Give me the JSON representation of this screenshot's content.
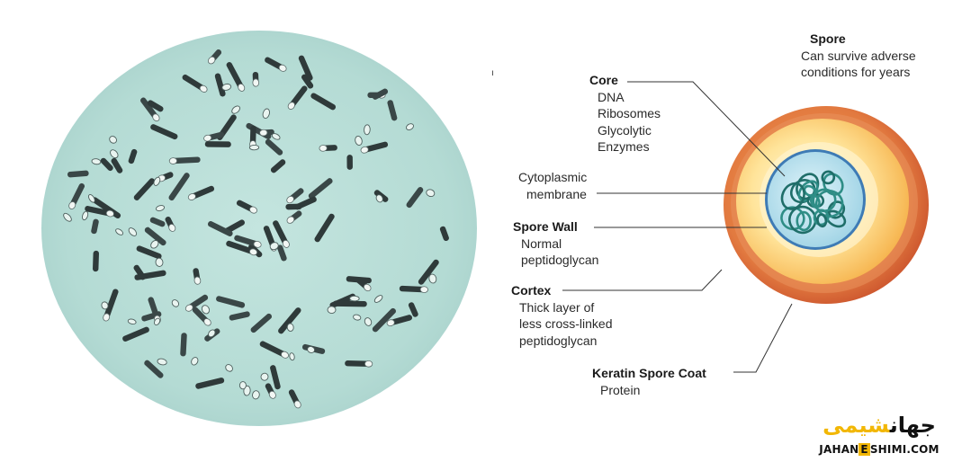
{
  "labels": {
    "spore": {
      "head": "Spore",
      "lines": [
        "Can survive adverse",
        "conditions for years"
      ]
    },
    "core": {
      "head": "Core",
      "lines": [
        "DNA",
        "Ribosomes",
        "Glycolytic",
        "Enzymes"
      ]
    },
    "cytoplasmic": {
      "lines": [
        "Cytoplasmic",
        "membrane"
      ]
    },
    "spore_wall": {
      "head": "Spore Wall",
      "lines": [
        "Normal",
        "peptidoglycan"
      ]
    },
    "cortex": {
      "head": "Cortex",
      "lines": [
        "Thick layer of",
        "less cross-linked",
        "peptidoglycan"
      ]
    },
    "coat": {
      "head": "Keratin Spore Coat",
      "lines": [
        "Protein"
      ]
    }
  },
  "stray_mark": "ı",
  "logo": {
    "persian_part1": "جهان",
    "persian_part2": "شیمی",
    "latin_before": "JAHAN",
    "latin_box": "E",
    "latin_after": "SHIMI.COM"
  },
  "colors": {
    "micro_bg": "#b8ddd7",
    "rod": "#2f3a3a",
    "outer_coat": "#d86a3c",
    "cortex": "#f6b44e",
    "cortex_inner": "#fff3c6",
    "wall": "#3e7bb5",
    "cytoplasm": "#b9e2ef",
    "core_dna": "#2e8d86",
    "logo_accent": "#f2b705"
  },
  "icons": [
    "bacteria-micrograph",
    "spore-cross-section",
    "dna-coil-icon"
  ]
}
